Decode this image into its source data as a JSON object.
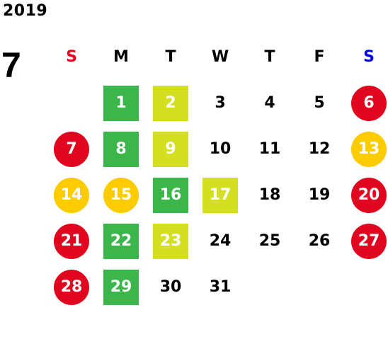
{
  "header": {
    "year": "2019",
    "month": "7"
  },
  "colors": {
    "sunday_label": "#e8001c",
    "saturday_label": "#0000e0",
    "red": "#e0061f",
    "yellow": "#fdcc00",
    "green": "#3cb54a",
    "lime": "#d4df21",
    "text": "#000000"
  },
  "weekdays": [
    {
      "label": "S",
      "color": "sunday_label"
    },
    {
      "label": "M",
      "color": "text"
    },
    {
      "label": "T",
      "color": "text"
    },
    {
      "label": "W",
      "color": "text"
    },
    {
      "label": "T",
      "color": "text"
    },
    {
      "label": "F",
      "color": "text"
    },
    {
      "label": "S",
      "color": "saturday_label"
    }
  ],
  "first_weekday_offset": 1,
  "days": [
    {
      "label": "1",
      "style": "green-square"
    },
    {
      "label": "2",
      "style": "lime-square"
    },
    {
      "label": "3",
      "style": "plain"
    },
    {
      "label": "4",
      "style": "plain"
    },
    {
      "label": "5",
      "style": "plain"
    },
    {
      "label": "6",
      "style": "red-circle"
    },
    {
      "label": "7",
      "style": "red-circle"
    },
    {
      "label": "8",
      "style": "green-square"
    },
    {
      "label": "9",
      "style": "lime-square"
    },
    {
      "label": "10",
      "style": "plain"
    },
    {
      "label": "11",
      "style": "plain"
    },
    {
      "label": "12",
      "style": "plain"
    },
    {
      "label": "13",
      "style": "yellow-circle"
    },
    {
      "label": "14",
      "style": "yellow-circle"
    },
    {
      "label": "15",
      "style": "yellow-circle"
    },
    {
      "label": "16",
      "style": "green-square"
    },
    {
      "label": "17",
      "style": "lime-square"
    },
    {
      "label": "18",
      "style": "plain"
    },
    {
      "label": "19",
      "style": "plain"
    },
    {
      "label": "20",
      "style": "red-circle"
    },
    {
      "label": "21",
      "style": "red-circle"
    },
    {
      "label": "22",
      "style": "green-square"
    },
    {
      "label": "23",
      "style": "lime-square"
    },
    {
      "label": "24",
      "style": "plain"
    },
    {
      "label": "25",
      "style": "plain"
    },
    {
      "label": "26",
      "style": "plain"
    },
    {
      "label": "27",
      "style": "red-circle"
    },
    {
      "label": "28",
      "style": "red-circle"
    },
    {
      "label": "29",
      "style": "green-square"
    },
    {
      "label": "30",
      "style": "plain"
    },
    {
      "label": "31",
      "style": "plain"
    }
  ]
}
